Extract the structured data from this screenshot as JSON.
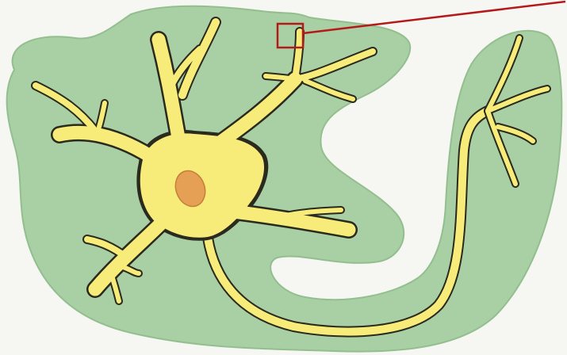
{
  "figure": {
    "subject": "neuron",
    "parts": [
      "background-tissue",
      "cell-body",
      "nucleus",
      "dendrites",
      "axon",
      "axon-terminals",
      "zoom-box",
      "leader-line"
    ]
  },
  "colors": {
    "page": "#f6f6f2",
    "tissue": "#a9cfa4",
    "tissue_edge": "#93bf8f",
    "cell": "#f7ec7a",
    "cell_outline": "#2a2a1e",
    "nucleus": "#e6a055",
    "nucleus_edge": "#c47f38",
    "callout": "#b51a1a"
  },
  "icons": {
    "callout": "zoom-box"
  }
}
